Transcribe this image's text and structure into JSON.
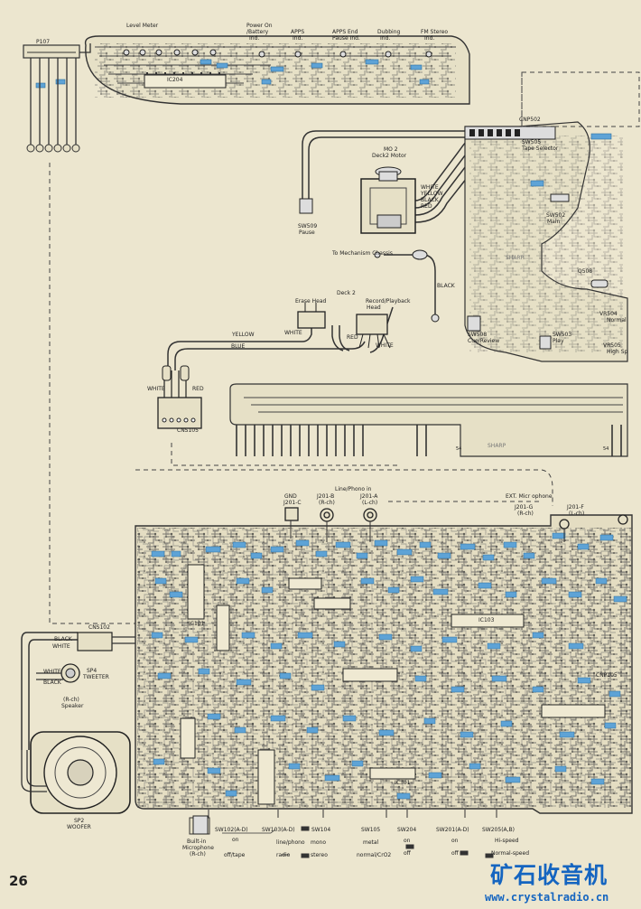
{
  "labels": {
    "level_meter": "Level Meter",
    "power_on": "Power On",
    "battery": "/Battery",
    "power_ind": "Ind.",
    "apps_ind_1": "APPS",
    "apps_ind_2": "Ind.",
    "apps_end_1": "APPS End",
    "apps_end_2": "Pause Ind.",
    "dubbing_1": "Dubbing",
    "dubbing_2": "Ind.",
    "fm_stereo_1": "FM Stereo",
    "fm_stereo_2": "Ind.",
    "cnp502": "CNP502",
    "mo2": "MO 2",
    "deck2_motor": "Deck2 Motor",
    "white": "WHITE",
    "yellow": "YELLOW",
    "black": "BLACK",
    "red": "RED",
    "sw509": "SW509",
    "pause": "Pause",
    "sw505": "SW505",
    "tape_selector": "Tape Selector",
    "sw502": "SW502",
    "main": "Main",
    "mechanism_chassis": "To Mechanism Chassis",
    "sharp": "SHARP",
    "deck2": "Deck 2",
    "erase_head": "Erase Head",
    "rec_play_1": "Record/Playback",
    "rec_play_2": "Head",
    "blue": "BLUE",
    "sw508": "SW508",
    "cue_review": "Cue/Review",
    "sw503": "SW503",
    "play": "Play",
    "q508": "Q508",
    "vr504": "VR504",
    "normal": "Normal",
    "vr505": "VR505",
    "high_speed": "High Sp",
    "cns105": "CNS105",
    "gnd": "GND",
    "j201c": "J201-C",
    "line_phono": "Line/Phono in",
    "j201b": "J201-B",
    "r_ch": "(R-ch)",
    "j201a": "J201-A",
    "l_ch": "(L-ch)",
    "ext_mic": "EXT. Micr ophone",
    "j201g": "J201-G",
    "j201f": "J201-F",
    "cns102": "CNS102",
    "sp4": "SP4",
    "tweeter": "TWEETER",
    "r_ch_speaker": "(R-ch)",
    "speaker": "Speaker",
    "sp2": "SP2",
    "woofer": "WOOFER",
    "built_in": "Built-in",
    "microphone": "Microphone",
    "ic204": "IC204",
    "ic101": "IC101",
    "ic301": "IC301",
    "ic103": "IC103",
    "cnp105": "CNP105",
    "p107": "P107"
  },
  "switches": [
    {
      "id": "SW102(A-D)",
      "pos1": "on",
      "pos2": "off/tape"
    },
    {
      "id": "SW103(A-D)",
      "pos1": "line/phono",
      "pos2": "radio"
    },
    {
      "id": "SW104",
      "pos1": "mono",
      "pos2": "stereo"
    },
    {
      "id": "SW105",
      "pos1": "metal",
      "pos2": "normal/CrO2"
    },
    {
      "id": "SW204",
      "pos1": "on",
      "pos2": "off"
    },
    {
      "id": "SW201(A-D)",
      "pos1": "on",
      "pos2": "off"
    },
    {
      "id": "SW205(A,B)",
      "pos1": "Hi-speed",
      "pos2": "Normal-speed"
    }
  ],
  "page_number": "26",
  "watermark": {
    "brand": "矿石收音机",
    "url": "www.crystalradio.cn"
  },
  "colors": {
    "paper": "#ece6cf",
    "trace": "#3a3a3a",
    "component": "#5ea3d6",
    "watermark": "#1565c0"
  }
}
